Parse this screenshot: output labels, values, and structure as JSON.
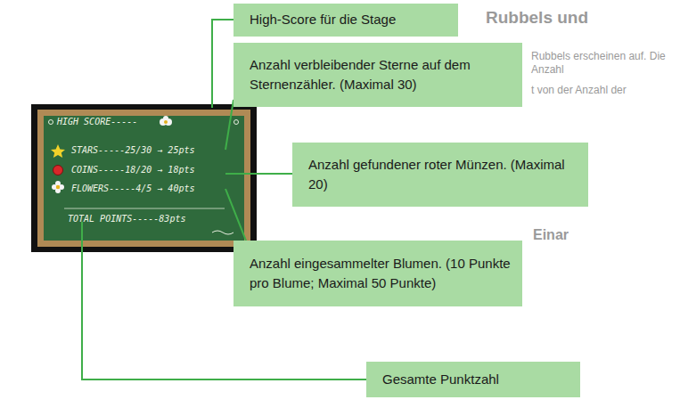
{
  "diagram": {
    "nodes": [
      {
        "text": [
          "High-Score für die Stage"
        ]
      },
      {
        "text": [
          "Anzahl verbleibender Sterne auf dem Sternenzähler. (Maximal 30)"
        ]
      },
      {
        "text": [
          "Anzahl gefundener roter Münzen. (Maximal 20)"
        ]
      },
      {
        "text": [
          "Anzahl eingesammelter Blumen. (10 Punkte pro Blume; Maximal 50 Punkte)"
        ]
      },
      {
        "text": [
          "Gesamte Punktzahl"
        ]
      }
    ],
    "labels": [
      "HIGH SCORE-----",
      "STARS-----25/30 → 25pts",
      "COINS-----18/20 → 18pts",
      "FLOWERS-----4/5 → 40pts",
      "TOTAL POINTS-----83pts",
      "Rubbels und",
      "Rubbels erscheinen auf. Die Anzahl",
      "t von der Anzahl der",
      "Einar"
    ]
  }
}
